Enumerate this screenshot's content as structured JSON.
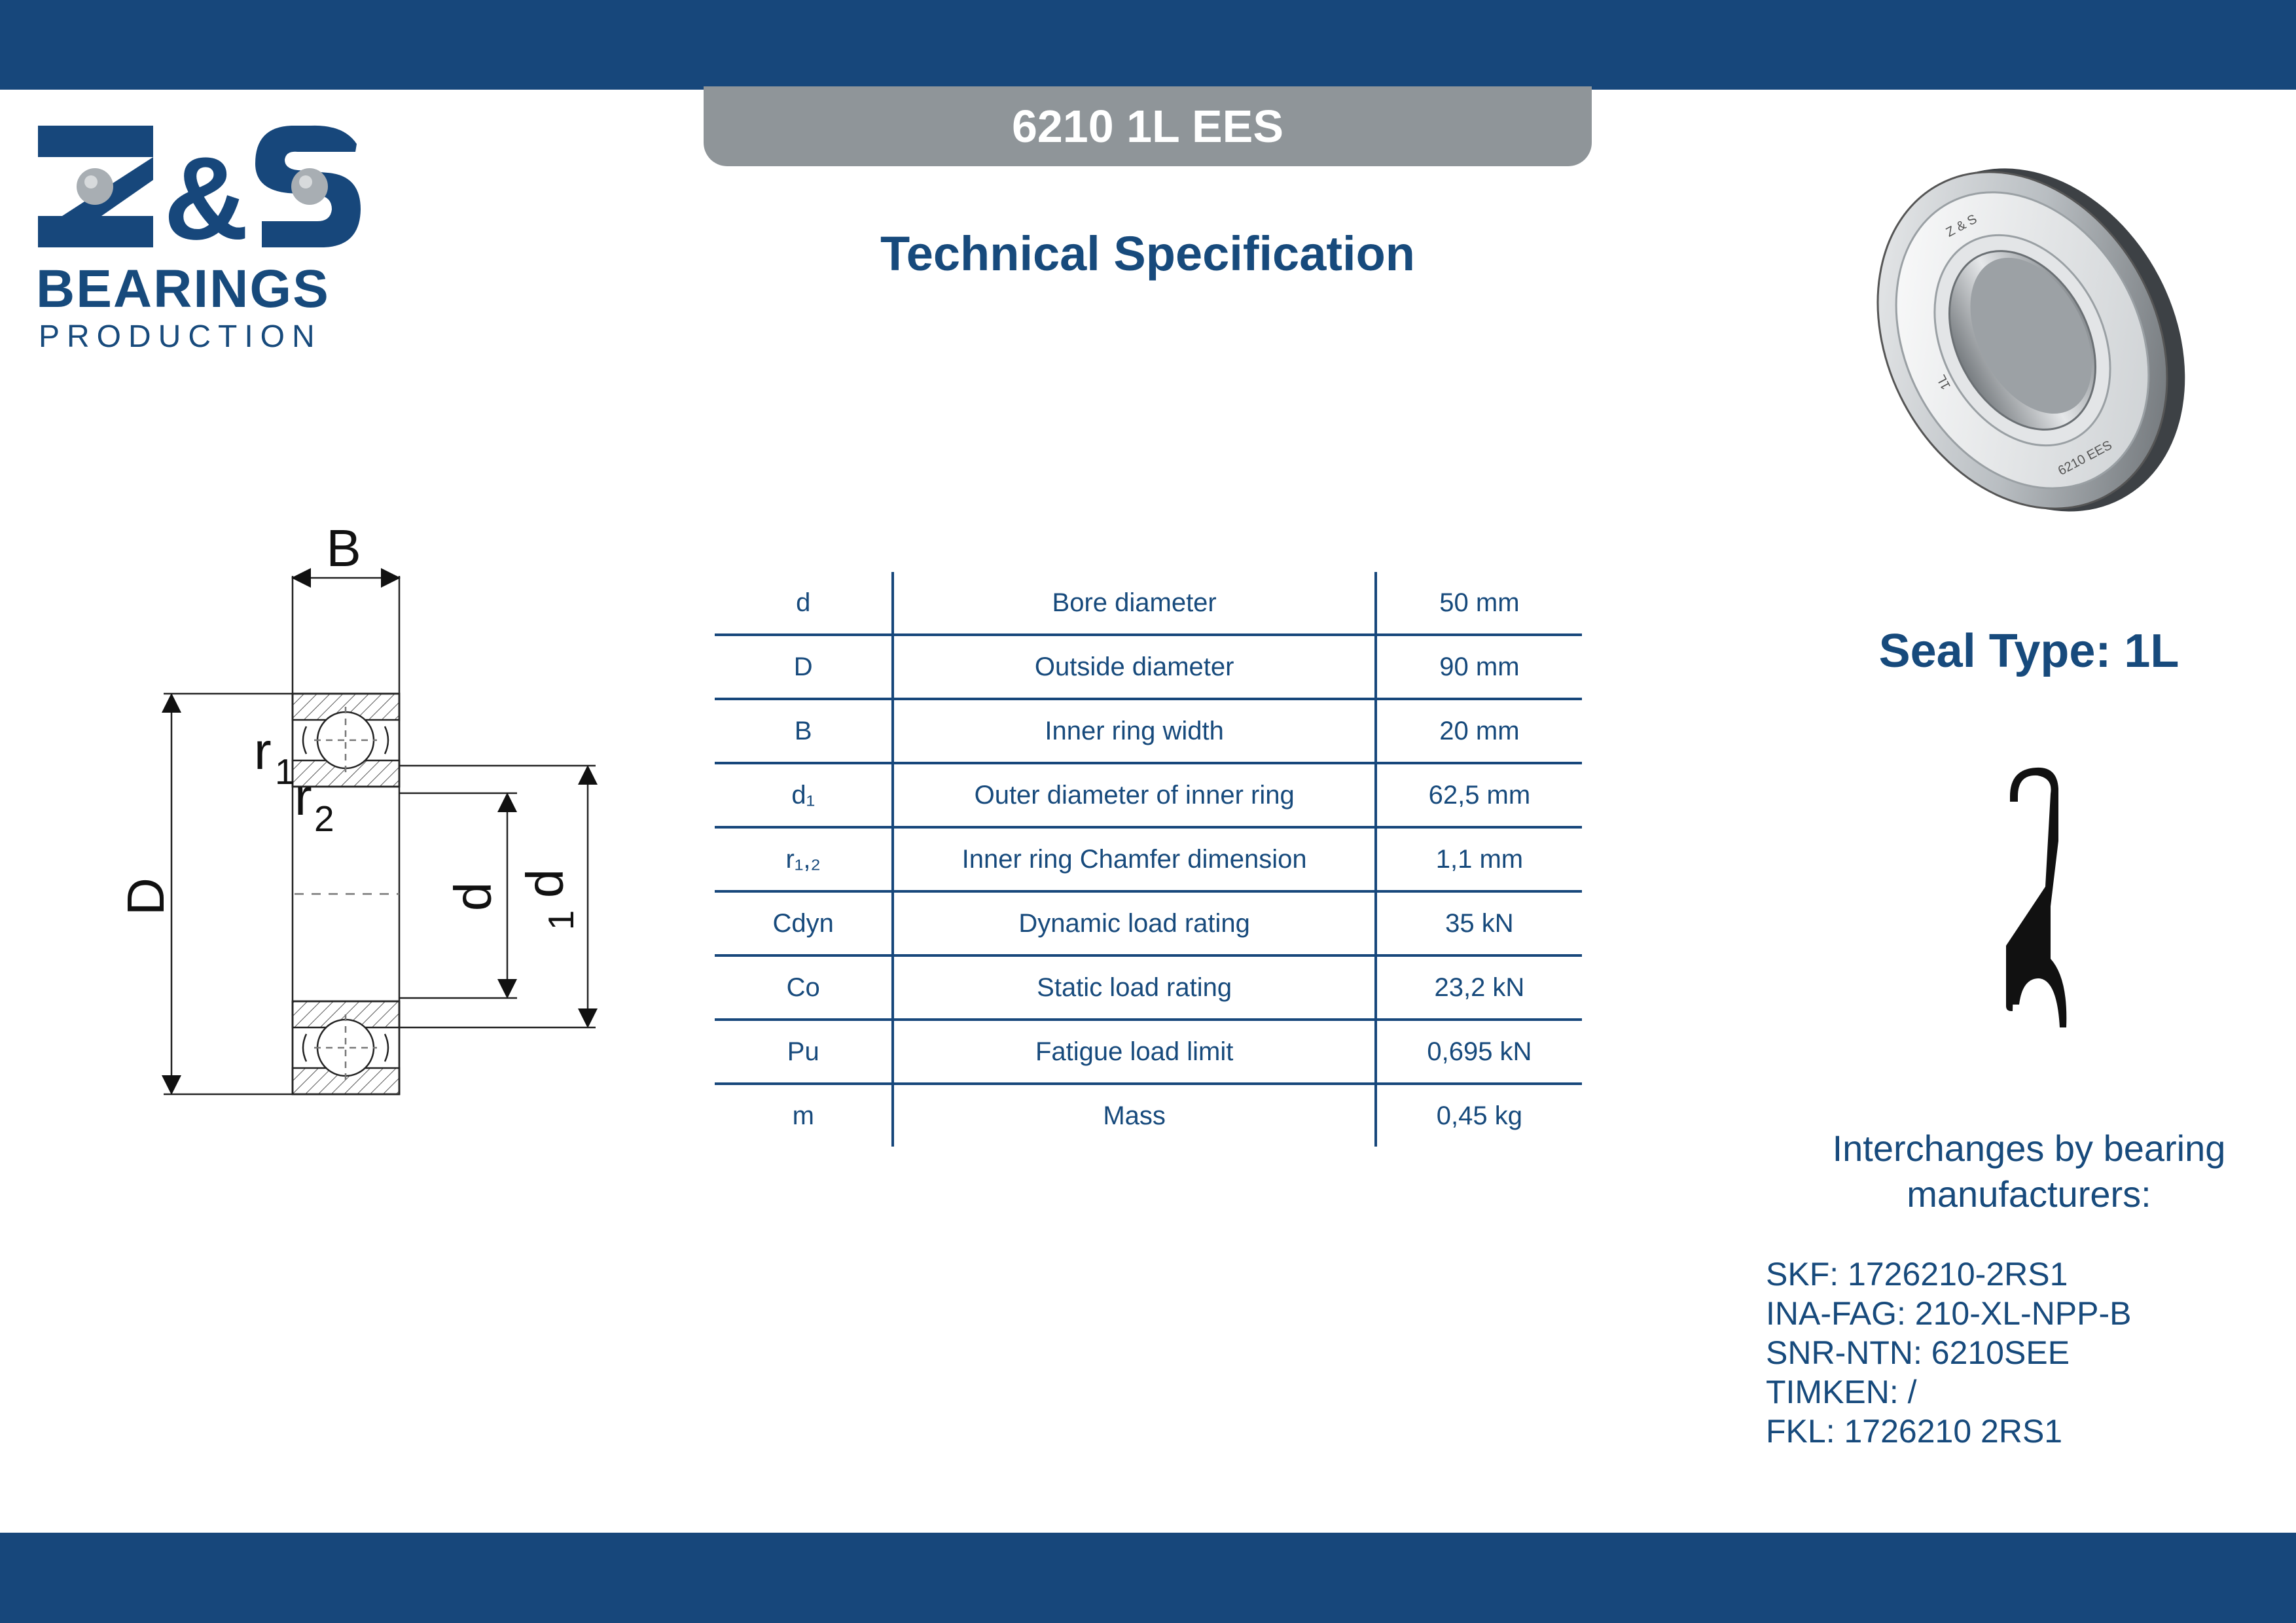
{
  "header": {
    "product_code": "6210 1L EES"
  },
  "brand": {
    "logo_mark": "Z&S",
    "name": "BEARINGS",
    "tagline": "PRODUCTION"
  },
  "heading": "Technical Specification",
  "drawing": {
    "labels": {
      "width": "B",
      "outer": "D",
      "bore": "d",
      "inner_ring_outer": "d",
      "inner_ring_sub": "1",
      "r1": "r",
      "r1_sub": "1",
      "r2": "r",
      "r2_sub": "2"
    }
  },
  "spec": {
    "rows": [
      {
        "symbol": "d",
        "description": "Bore diameter",
        "value": "50 mm"
      },
      {
        "symbol": "D",
        "description": "Outside diameter",
        "value": "90 mm"
      },
      {
        "symbol": "B",
        "description": "Inner ring width",
        "value": "20 mm"
      },
      {
        "symbol": "d₁",
        "description": "Outer diameter of inner ring",
        "value": "62,5 mm"
      },
      {
        "symbol": "r₁,₂",
        "description": "Inner ring Chamfer dimension",
        "value": "1,1 mm"
      },
      {
        "symbol": "Cdyn",
        "description": "Dynamic load rating",
        "value": "35 kN"
      },
      {
        "symbol": "Co",
        "description": "Static load rating",
        "value": "23,2 kN"
      },
      {
        "symbol": "Pu",
        "description": "Fatigue load limit",
        "value": "0,695 kN"
      },
      {
        "symbol": "m",
        "description": "Mass",
        "value": "0,45 kg"
      }
    ]
  },
  "product_image": {
    "marking_top": "Z & S",
    "marking_side": "1L",
    "marking_bottom": "6210 EES"
  },
  "seal": {
    "title": "Seal Type: 1L"
  },
  "interchange": {
    "title_line1": "Interchanges by bearing",
    "title_line2": "manufacturers:",
    "items": [
      "SKF: 1726210-2RS1",
      "INA-FAG: 210-XL-NPP-B",
      "SNR-NTN: 6210SEE",
      "TIMKEN: /",
      "FKL: 1726210 2RS1"
    ]
  },
  "colors": {
    "brand_blue": "#17477b",
    "tab_gray": "#8f9599",
    "background": "#ffffff"
  }
}
